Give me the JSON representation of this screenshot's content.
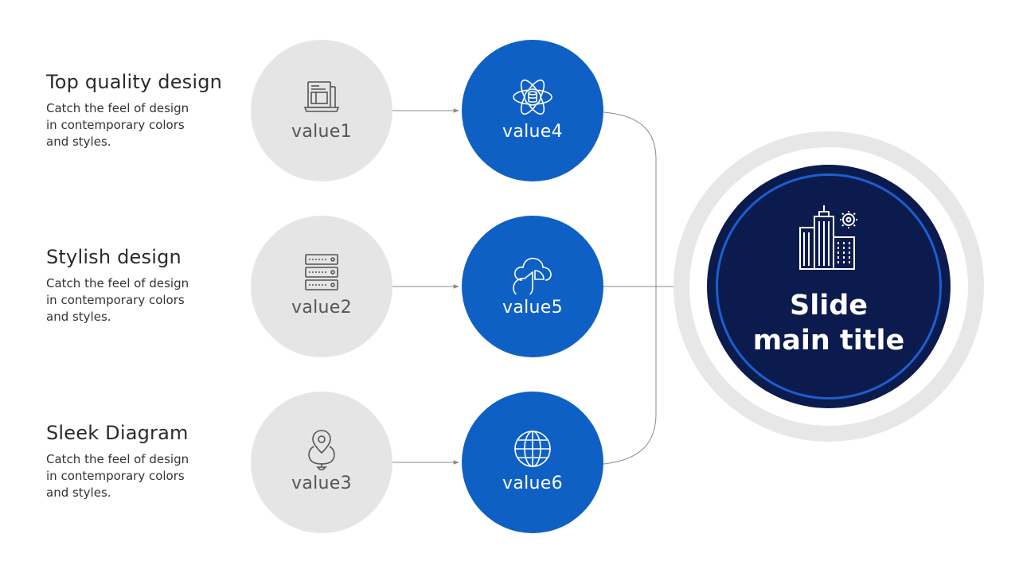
{
  "rows": [
    {
      "title": "Top quality design",
      "desc": "Catch the feel of design in contemporary colors and styles."
    },
    {
      "title": "Stylish design",
      "desc": "Catch the feel of design in contemporary colors and styles."
    },
    {
      "title": "Sleek Diagram",
      "desc": "Catch the feel of design in contemporary colors and styles."
    }
  ],
  "grey_nodes": [
    {
      "label": "value1",
      "icon": "laptop-document-icon"
    },
    {
      "label": "value2",
      "icon": "server-rack-icon"
    },
    {
      "label": "value3",
      "icon": "map-pin-icon"
    }
  ],
  "blue_nodes": [
    {
      "label": "value4",
      "icon": "atom-database-icon"
    },
    {
      "label": "value5",
      "icon": "cloud-pie-chart-icon"
    },
    {
      "label": "value6",
      "icon": "globe-icon"
    }
  ],
  "hub": {
    "title": "Slide main title",
    "icon": "city-buildings-icon"
  },
  "colors": {
    "grey_circle": "#e6e5e6",
    "blue_circle": "#0e60c5",
    "hub_dark": "#0b1b4e",
    "hub_ring": "#1c5fd0",
    "outer_ring": "#e7e7e8",
    "connector": "#8a8a8a"
  }
}
